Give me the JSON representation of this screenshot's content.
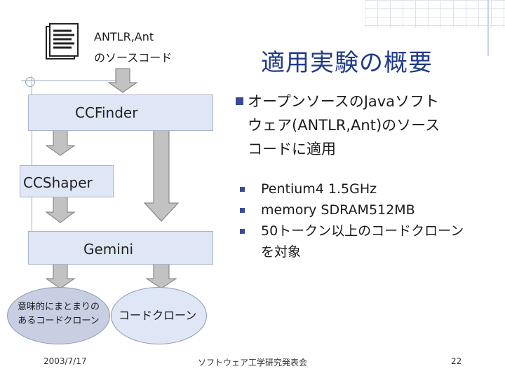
{
  "slide": {
    "title": "適用実験の概要",
    "source_line1": "ANTLR,Ant",
    "source_line2": "のソースコード",
    "doc_icon": "document-icon"
  },
  "flow": {
    "ccfinder": "CCFinder",
    "ccshaper": "CCShaper",
    "gemini": "Gemini",
    "result_left": [
      "意味的にまとまりの",
      "あるコードクローン"
    ],
    "result_right": "コードクローン"
  },
  "content": {
    "main_bullet": [
      "オープンソースのJavaソフト",
      "ウェア(ANTLR,Ant)のソース",
      "コードに適用"
    ],
    "sub_bullets": [
      "Pentium4 1.5GHz",
      "memory SDRAM512MB",
      "50トークン以上のコードクローン",
      "を対象"
    ]
  },
  "footer": {
    "date": "2003/7/17",
    "event": "ソフトウェア工学研究発表会",
    "page": "22"
  },
  "colors": {
    "title": "#1f3a8a",
    "box_fill": "#dfe6f5",
    "bullet": "#3b4a96"
  }
}
